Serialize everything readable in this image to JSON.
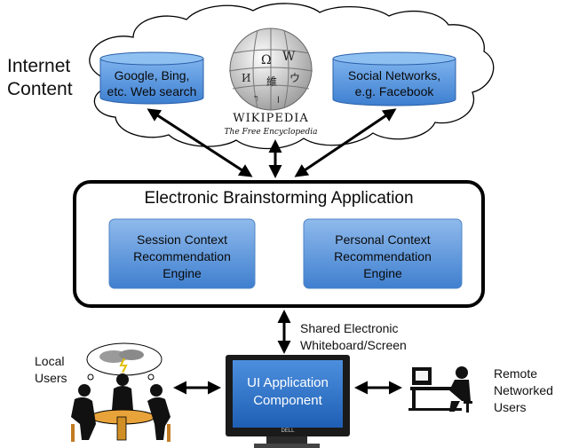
{
  "internet": {
    "label_line1": "Internet",
    "label_line2": "Content"
  },
  "search_db": {
    "line1": "Google, Bing,",
    "line2": "etc. Web search"
  },
  "social_db": {
    "line1": "Social Networks,",
    "line2": "e.g. Facebook"
  },
  "wikipedia": {
    "name": "WIKIPEDIA",
    "tagline": "The Free Encyclopedia"
  },
  "app": {
    "title": "Electronic Brainstorming Application",
    "session_engine": {
      "line1": "Session Context",
      "line2": "Recommendation",
      "line3": "Engine"
    },
    "personal_engine": {
      "line1": "Personal Context",
      "line2": "Recommendation",
      "line3": "Engine"
    }
  },
  "whiteboard": {
    "line1": "Shared Electronic",
    "line2": "Whiteboard/Screen"
  },
  "ui_component": {
    "line1": "UI Application",
    "line2": "Component",
    "brand": "DELL"
  },
  "local_users": {
    "line1": "Local",
    "line2": "Users"
  },
  "remote_users": {
    "line1": "Remote",
    "line2": "Networked",
    "line3": "Users"
  },
  "colors": {
    "engine_fill": "#5b93d6",
    "db_fill": "#5d9be0",
    "screen_fill": "#2e73c9",
    "frame": "#000000"
  }
}
